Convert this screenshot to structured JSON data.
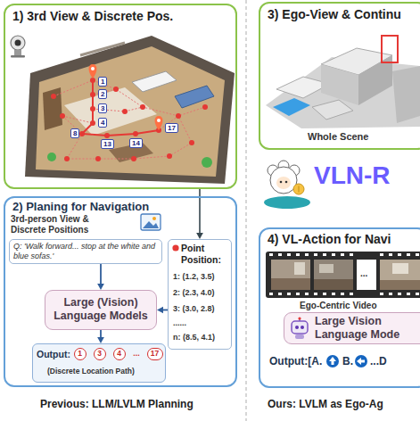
{
  "diagram": {
    "nodes": [
      {
        "text": [
          "1) 3rd View & Discrete Pos."
        ]
      },
      {
        "text": [
          "2) Planing for Navigation"
        ]
      },
      {
        "text": [
          "Q: 'Walk forward... stop at the white and blue sofas.'"
        ],
        "in": 1
      },
      {
        "text": [
          "Point Position:",
          "1: (1.2, 3.5)",
          "2: (2.3, 4.0)",
          "3: (3.0, 2.8)",
          "......",
          "n: (8.5, 4.1)"
        ],
        "in": 1
      },
      {
        "text": [
          "Large (Vision) Language Models"
        ],
        "in": 1
      },
      {
        "text": [
          "Output:",
          "(Discrete Location Path)"
        ],
        "in": 1
      },
      {
        "text": [
          "1"
        ],
        "in": 5
      },
      {
        "text": [
          "3"
        ],
        "in": 5
      },
      {
        "text": [
          "4"
        ],
        "in": 5
      },
      {
        "text": [
          "17"
        ],
        "in": 5
      },
      {
        "text": [
          "3) Ego-View & Continu"
        ]
      },
      {
        "text": [
          "4) VL-Action for Navi"
        ]
      },
      {
        "text": [
          "Large Vision Language Mode"
        ],
        "in": 11
      }
    ],
    "edges": [
      {
        "from": 0,
        "to": 3,
        "arrow": "to"
      },
      {
        "from": 2,
        "to": 4,
        "arrow": "to"
      },
      {
        "from": 3,
        "to": 4,
        "arrow": "to"
      },
      {
        "from": 4,
        "to": 5,
        "arrow": "to"
      },
      {
        "from": 6,
        "to": 7,
        "arrow": "to"
      },
      {
        "from": 7,
        "to": 8,
        "arrow": "to"
      },
      {
        "from": 8,
        "to": 9,
        "label": "...",
        "arrow": "to"
      }
    ],
    "labels": [
      "1",
      "2",
      "3",
      "4",
      "8",
      "13",
      "14",
      "17",
      "3rd-person View & Discrete Positions",
      "Whole Scene",
      "VLN-R",
      "Ego-Centric Video",
      "...",
      "Output:[A.",
      "B.",
      "...D",
      "Previous: LLM/LVLM Planning",
      "Ours: LVLM as Ego-Ag"
    ]
  }
}
